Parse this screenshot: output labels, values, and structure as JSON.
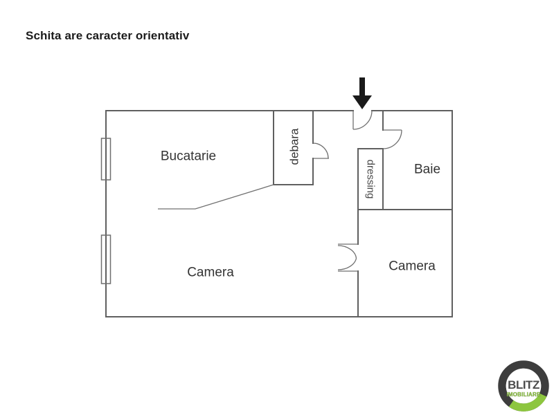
{
  "title": "Schita are caracter orientativ",
  "rooms": {
    "bucatarie": {
      "label": "Bucatarie"
    },
    "debara": {
      "label": "debara"
    },
    "dressing": {
      "label": "dressing"
    },
    "baie": {
      "label": "Baie"
    },
    "camera_left": {
      "label": "Camera"
    },
    "camera_right": {
      "label": "Camera"
    }
  },
  "entrance": {
    "indicator": "down-arrow"
  },
  "logo": {
    "line1": "BLITZ",
    "line2": "IMOBILIARE"
  },
  "colors": {
    "wall": "#5f5f5f",
    "thin_line": "#6f6f6f",
    "arrow": "#1a1a1a",
    "label_text": "#333333",
    "logo_ring": "#3d3d3d",
    "logo_green": "#8dc63f",
    "logo_text": "#4c4c4c"
  }
}
